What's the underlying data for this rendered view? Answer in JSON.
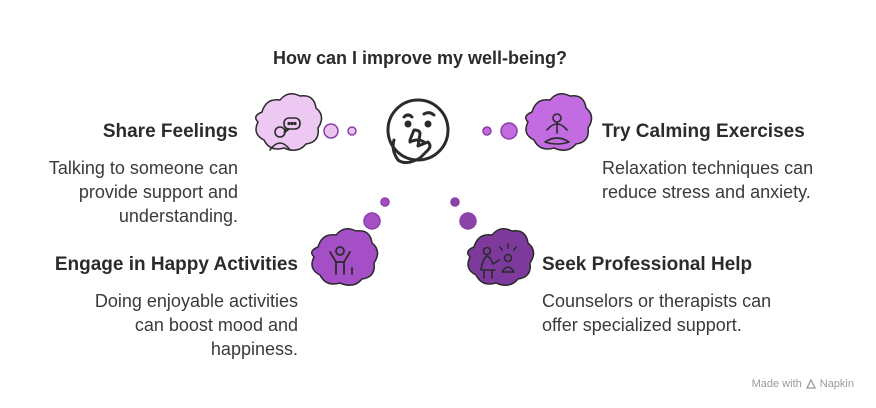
{
  "title": "How can I improve my well-being?",
  "items": [
    {
      "heading": "Share Feelings",
      "description_lines": [
        "Talking to someone can",
        "provide support and",
        "understanding."
      ],
      "icon": "speech-bubble-person-icon",
      "color": "#ecc8f2"
    },
    {
      "heading": "Try Calming Exercises",
      "description_lines": [
        "Relaxation techniques can",
        "reduce stress and anxiety."
      ],
      "icon": "meditation-icon",
      "color": "#c36be0"
    },
    {
      "heading": "Engage in Happy Activities",
      "description_lines": [
        "Doing enjoyable activities",
        "can boost mood and",
        "happiness."
      ],
      "icon": "cheering-person-icon",
      "color": "#a54fc7"
    },
    {
      "heading": "Seek Professional Help",
      "description_lines": [
        "Counselors or therapists can",
        "offer specialized support."
      ],
      "icon": "counselor-icon",
      "color": "#7d3a9c"
    }
  ],
  "center_icon": "thinking-face-icon",
  "watermark": {
    "prefix": "Made with",
    "brand": "Napkin"
  }
}
